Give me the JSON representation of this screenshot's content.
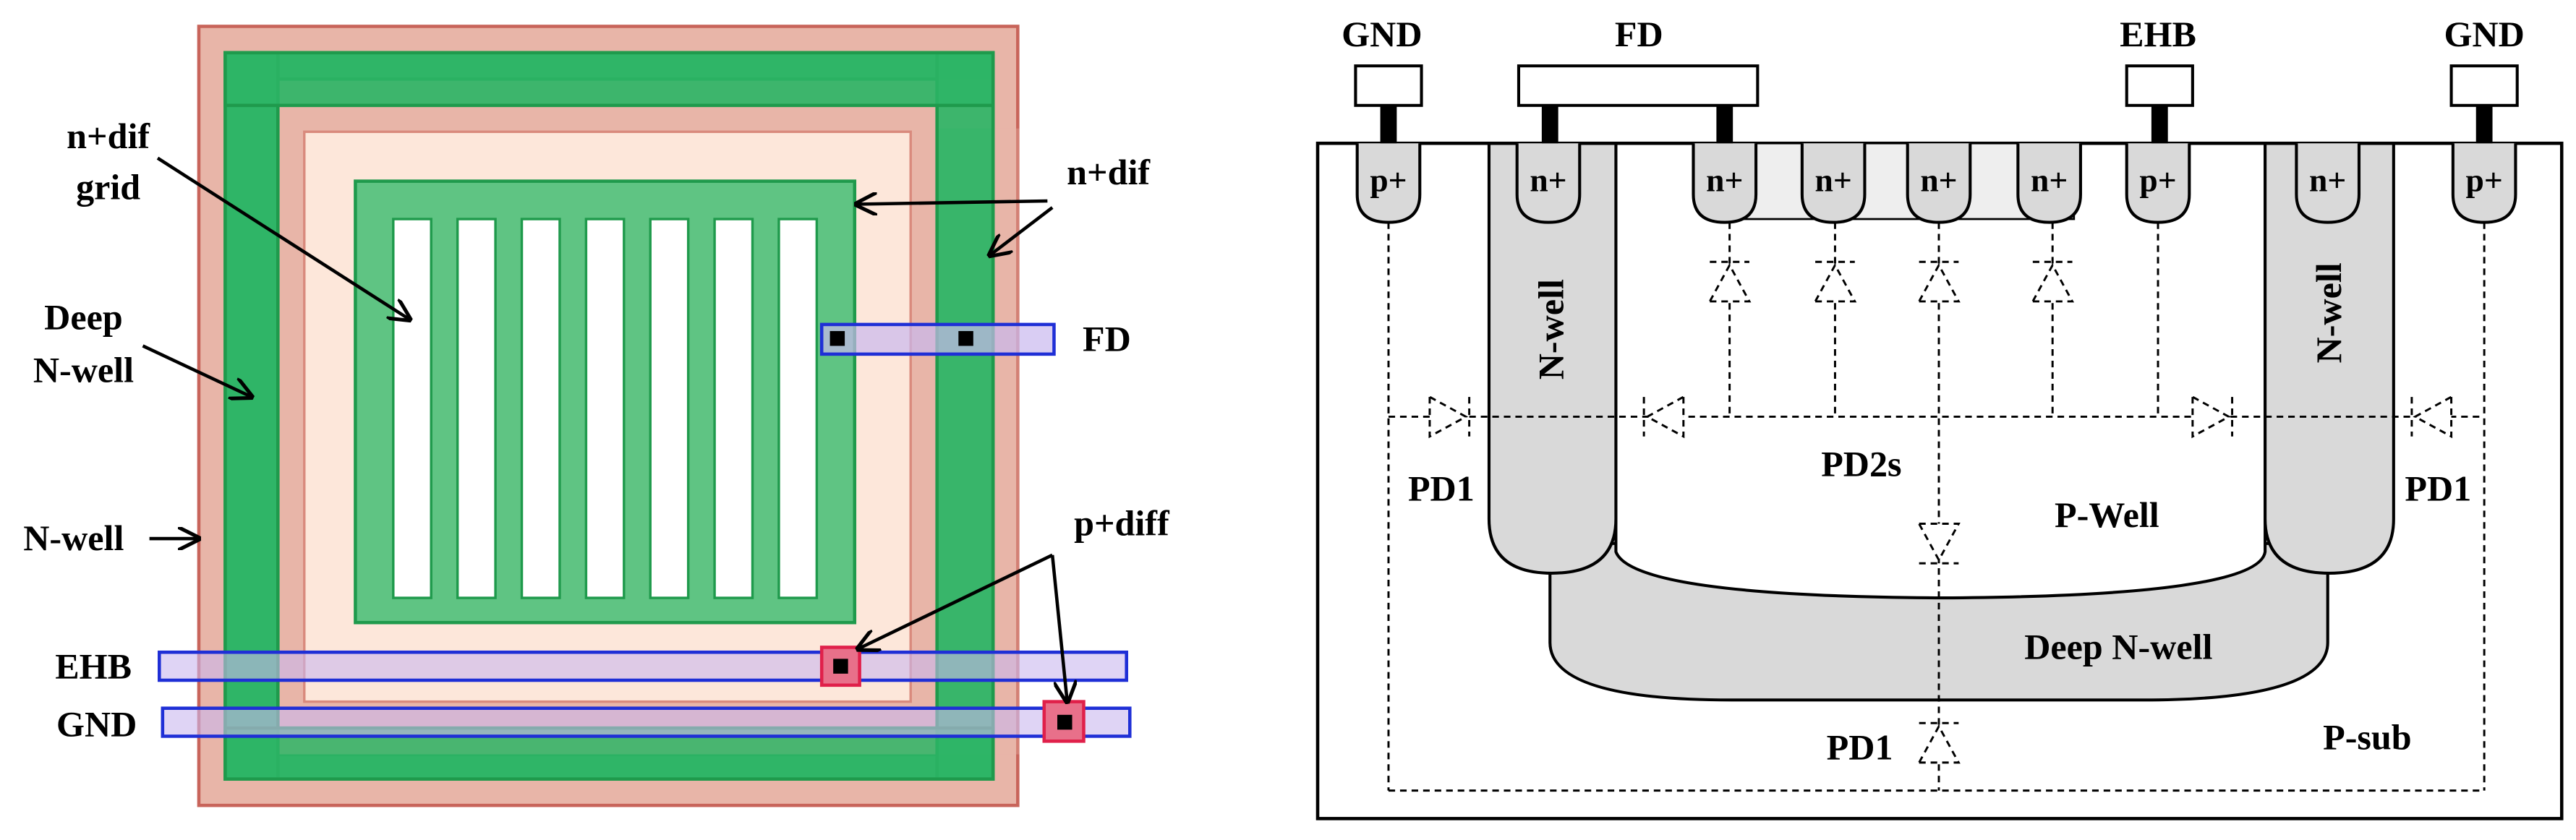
{
  "layout": {
    "labels": {
      "ndif_grid_1": "n+dif",
      "ndif_grid_2": "grid",
      "ndif": "n+dif",
      "deep_nwell_1": "Deep",
      "deep_nwell_2": "N-well",
      "nwell": "N-well",
      "fd": "FD",
      "pdiff": "p+diff",
      "ehb": "EHB",
      "gnd": "GND"
    },
    "grid_fingers": 7
  },
  "cross_section": {
    "top_labels": {
      "gnd_left": "GND",
      "fd": "FD",
      "ehb": "EHB",
      "gnd_right": "GND"
    },
    "implants": [
      "p+",
      "n+",
      "n+",
      "n+",
      "n+",
      "n+",
      "p+",
      "n+",
      "p+"
    ],
    "regions": {
      "nwell_left": "N-well",
      "nwell_right": "N-well",
      "pwell": "P-Well",
      "deep_nwell": "Deep N-well",
      "psub": "P-sub"
    },
    "diode_labels": {
      "pd1_left": "PD1",
      "pd2s": "PD2s",
      "pd1_right": "PD1",
      "pd1_bottom": "PD1"
    }
  },
  "colors": {
    "nwell_fill": "#e8b5a8",
    "nwell_stroke": "#c8645a",
    "green": "#2db566",
    "green_stroke": "#1f9a4c",
    "peach": "#fde7da",
    "metal_blue": "#1f2fd6",
    "pplus_red": "#e0204a",
    "gray": "#d9d9d9"
  }
}
